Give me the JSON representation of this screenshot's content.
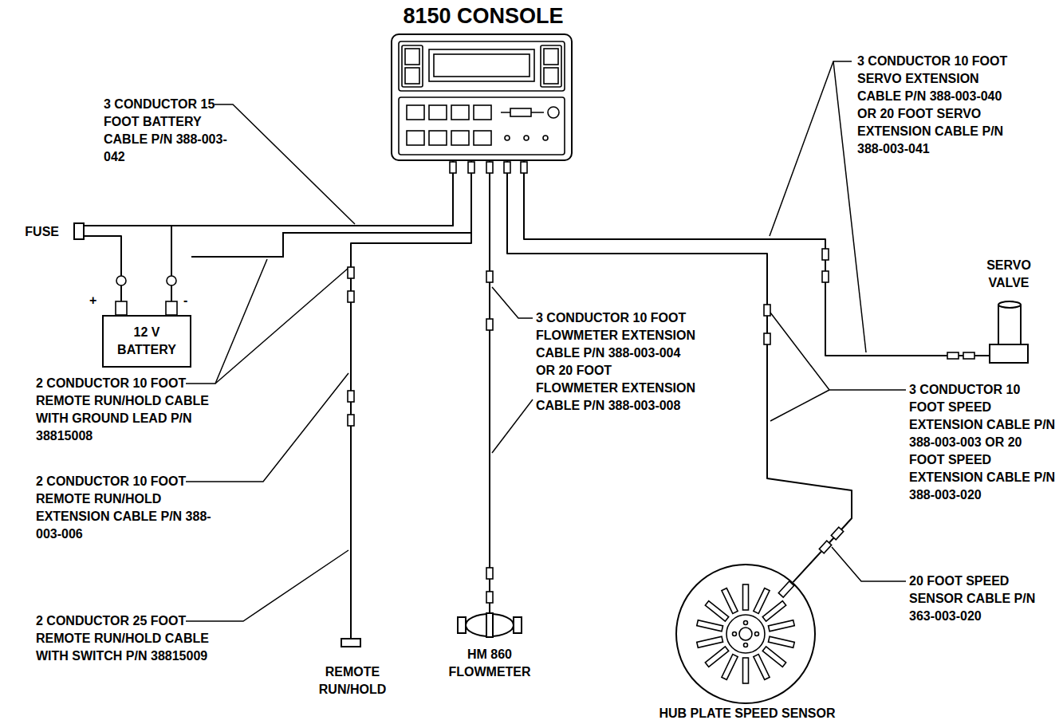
{
  "diagram": {
    "nodes": [
      {
        "text": [
          "8150 CONSOLE"
        ]
      },
      {
        "text": [
          "FUSE"
        ]
      },
      {
        "text": [
          "SERVO VALVE"
        ]
      },
      {
        "text": [
          "12 V BATTERY"
        ]
      },
      {
        "text": [
          "REMOTE RUN/HOLD"
        ]
      },
      {
        "text": [
          "HM 860 FLOWMETER"
        ]
      },
      {
        "text": [
          "HUB PLATE SPEED SENSOR"
        ]
      }
    ],
    "edges": [
      {
        "from": 0,
        "to": 1,
        "arrow": "none"
      },
      {
        "from": 1,
        "to": 3,
        "arrow": "none"
      },
      {
        "from": 0,
        "to": 3,
        "arrow": "none"
      },
      {
        "from": 0,
        "to": 4,
        "arrow": "none"
      },
      {
        "from": 0,
        "to": 5,
        "arrow": "none"
      },
      {
        "from": 0,
        "to": 6,
        "arrow": "none"
      },
      {
        "from": 0,
        "to": 2,
        "arrow": "none"
      }
    ],
    "labels": [
      "3 CONDUCTOR 15 FOOT BATTERY CABLE P/N 388-003-042",
      "3 CONDUCTOR 10 FOOT SERVO EXTENSION CABLE P/N 388-003-040 OR 20 FOOT SERVO EXTENSION CABLE P/N 388-003-041",
      "+",
      "-",
      "3 CONDUCTOR 10 FOOT FLOWMETER EXTENSION CABLE P/N 388-003-004 OR 20 FOOT FLOWMETER EXTENSION CABLE P/N 388-003-008",
      "2 CONDUCTOR 10 FOOT REMOTE RUN/HOLD CABLE WITH GROUND LEAD P/N 38815008",
      "3 CONDUCTOR 10 FOOT SPEED EXTENSION CABLE P/N 388-003-003 OR 20 FOOT SPEED EXTENSION CABLE P/N 388-003-020",
      "2 CONDUCTOR 10 FOOT REMOTE RUN/HOLD EXTENSION CABLE P/N 388-003-006",
      "20 FOOT SPEED SENSOR CABLE P/N 363-003-020",
      "2 CONDUCTOR 25 FOOT REMOTE RUN/HOLD CABLE WITH SWITCH P/N 38815009"
    ]
  }
}
